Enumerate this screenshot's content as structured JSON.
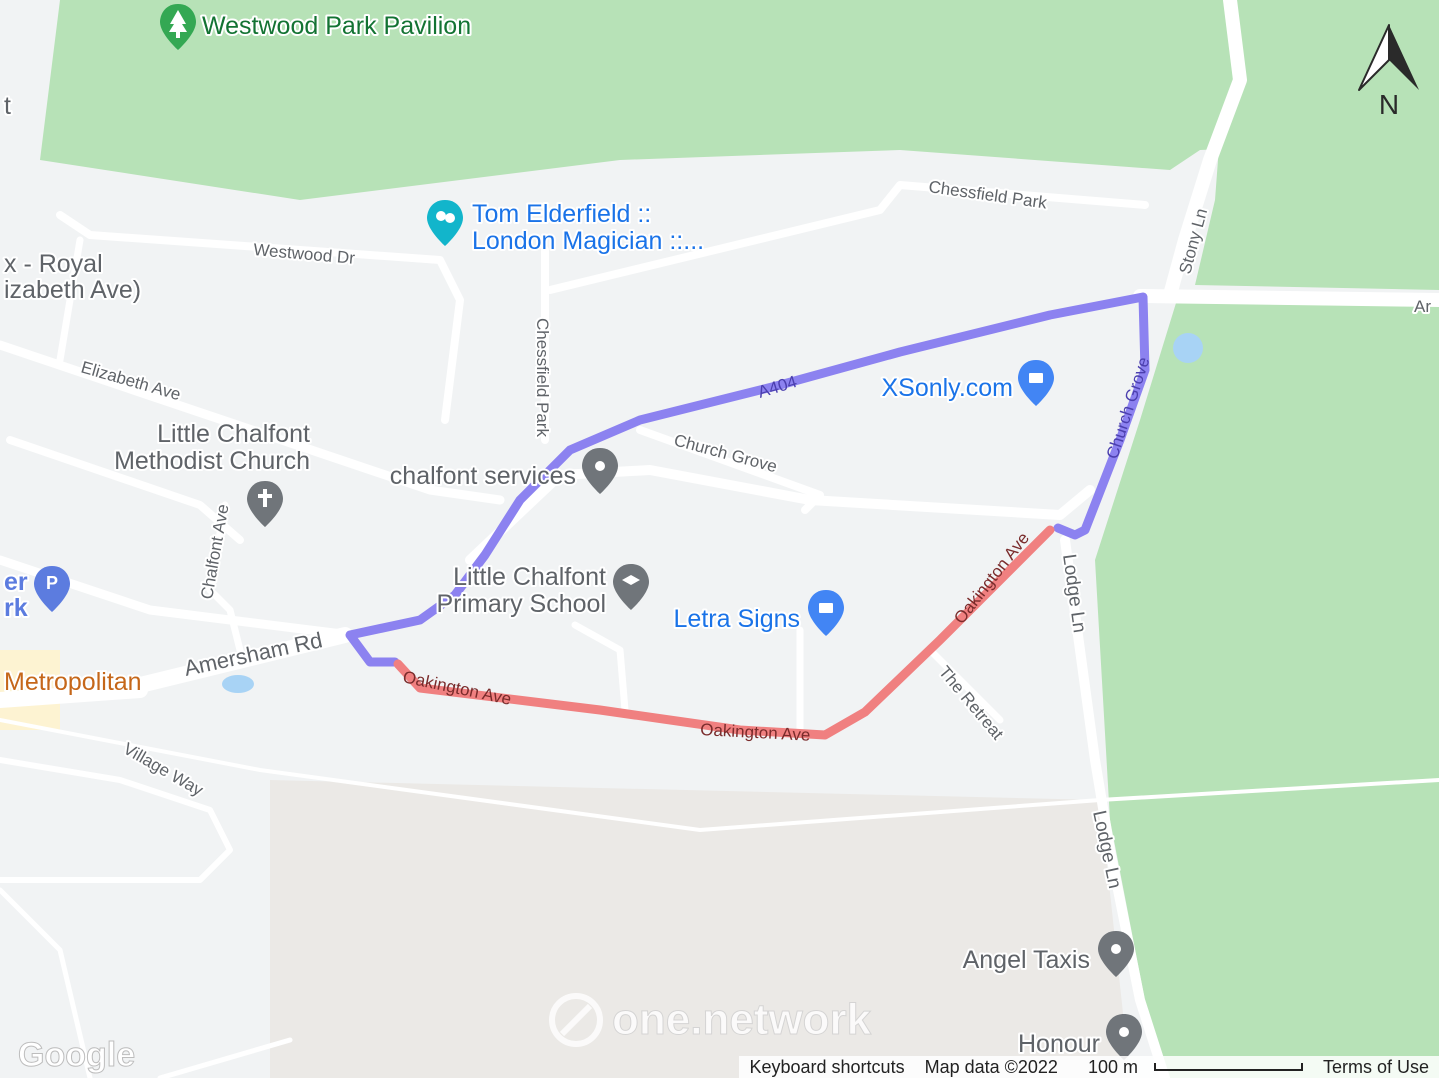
{
  "map": {
    "places": {
      "westwood_park_pavilion": "Westwood Park Pavilion",
      "tom_elderfield_line1": "Tom Elderfield ::",
      "tom_elderfield_line2": "London Magician ::...",
      "royal_line1": "x - Royal",
      "royal_line2": "izabeth Ave)",
      "methodist_line1": "Little Chalfont",
      "methodist_line2": "Methodist Church",
      "chalfont_services": "chalfont services",
      "xsonly": "XSonly.com",
      "school_line1": "Little Chalfont",
      "school_line2": "Primary School",
      "letra_signs": "Letra Signs",
      "car_park_line1": "er",
      "car_park_line2": "rk",
      "metropolitan": "Metropolitan",
      "angel_taxis": "Angel Taxis",
      "honour": "Honour",
      "left_edge_t": "t"
    },
    "roads": {
      "chessfield_park_top": "Chessfield Park",
      "westwood_dr": "Westwood Dr",
      "chessfield_park_vertical": "Chessfield Park",
      "elizabeth_ave": "Elizabeth Ave",
      "a404": "A404",
      "church_grove_mid": "Church Grove",
      "church_grove_right": "Church Grove",
      "stony_ln": "Stony Ln",
      "ar_right": "Ar",
      "chalfont_ave": "Chalfont Ave",
      "amersham_rd": "Amersham Rd",
      "oakington_ave_left": "Oakington Ave",
      "oakington_ave_mid": "Oakington Ave",
      "oakington_ave_right": "Oakington Ave",
      "the_retreat": "The Retreat",
      "lodge_ln_upper": "Lodge Ln",
      "lodge_ln_lower": "Lodge Ln",
      "village_way": "Village Way"
    },
    "compass_letter": "N",
    "watermark": "one.network",
    "google_logo": "Google",
    "colors": {
      "park": "#b7e2b7",
      "land": "#f1f3f4",
      "road": "#ffffff",
      "route_purple": "#8c82f0",
      "route_red": "#f08080",
      "water": "#a8d3f5"
    }
  },
  "footer": {
    "keyboard_shortcuts": "Keyboard shortcuts",
    "map_data": "Map data ©2022",
    "scale_label": "100 m",
    "terms": "Terms of Use"
  }
}
